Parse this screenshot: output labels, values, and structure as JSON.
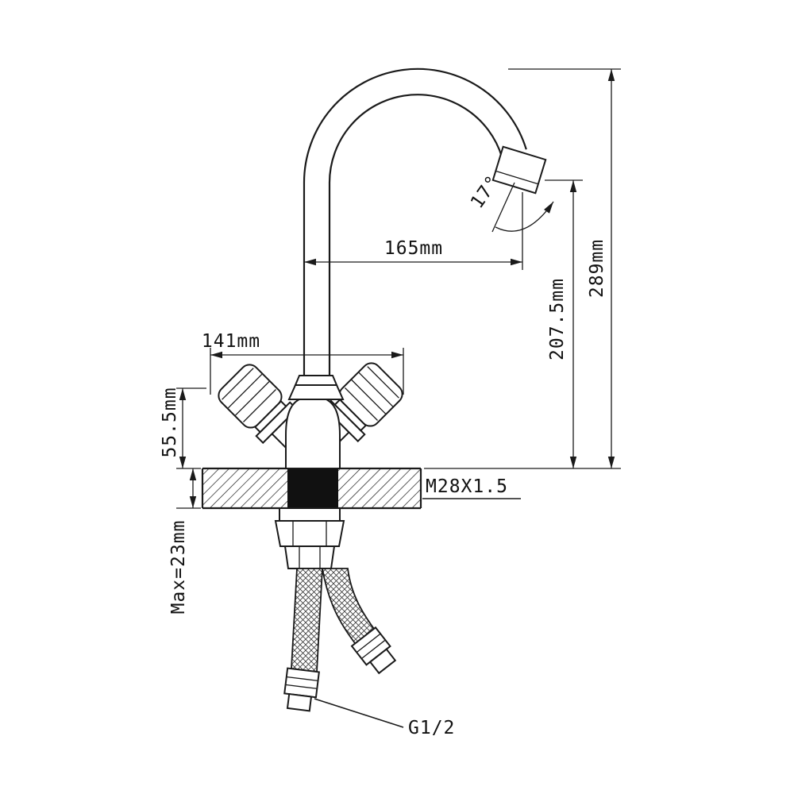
{
  "drawing": {
    "type": "technical-dimension-drawing",
    "subject": "dual-handle gooseneck kitchen faucet, side elevation with mounting section and supply hoses",
    "labels": {
      "outlet_angle": "17°",
      "spout_reach": "165mm",
      "total_height": "289mm",
      "outlet_height": "207.5mm",
      "handle_span": "141mm",
      "body_height": "55.5mm",
      "mount_thread": "M28X1.5",
      "max_deck_thickness": "Max=23mm",
      "hose_thread": "G1/2"
    },
    "colors": {
      "line": "#1a1a1a",
      "background": "#ffffff",
      "shank_fill": "#111111"
    }
  }
}
